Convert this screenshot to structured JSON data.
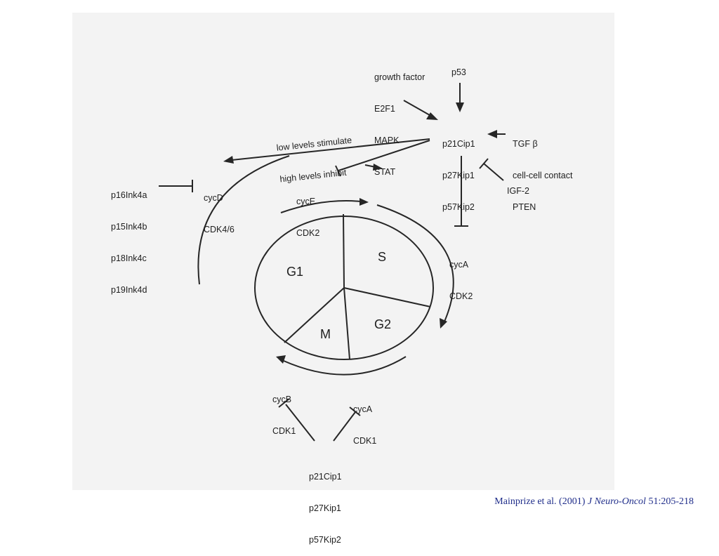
{
  "labels": {
    "growth_factors": [
      "growth factor",
      "E2F1",
      "MAPK",
      "STAT"
    ],
    "p53": "p53",
    "cki_top": [
      "p21Cip1",
      "p27Kip1",
      "p57Kip2"
    ],
    "tgf_group": [
      "TGF β",
      "cell-cell contact",
      "PTEN"
    ],
    "note": [
      "low levels stimulate",
      "high levels inhibit"
    ],
    "ink4": [
      "p16Ink4a",
      "p15Ink4b",
      "p18Ink4c",
      "p19Ink4d"
    ],
    "cycD": [
      "cycD",
      "CDK4/6"
    ],
    "cycE": [
      "cycE",
      "CDK2"
    ],
    "igf2": "IGF-2",
    "cycA_top": [
      "cycA",
      "CDK2"
    ],
    "cycB": [
      "cycB",
      "CDK1"
    ],
    "cycA_bottom": [
      "cycA",
      "CDK1"
    ],
    "cki_bottom": [
      "p21Cip1",
      "p27Kip1",
      "p57Kip2"
    ]
  },
  "phases": {
    "g1": "G1",
    "s": "S",
    "g2": "G2",
    "m": "M"
  },
  "citation": {
    "authors": "Mainprize et al. (2001) ",
    "journal": "J Neuro-Oncol",
    "ref": " 51:205-218"
  },
  "colors": {
    "line": "#262626",
    "paper": "#f3f3f3",
    "citation": "#1f2d8a"
  }
}
